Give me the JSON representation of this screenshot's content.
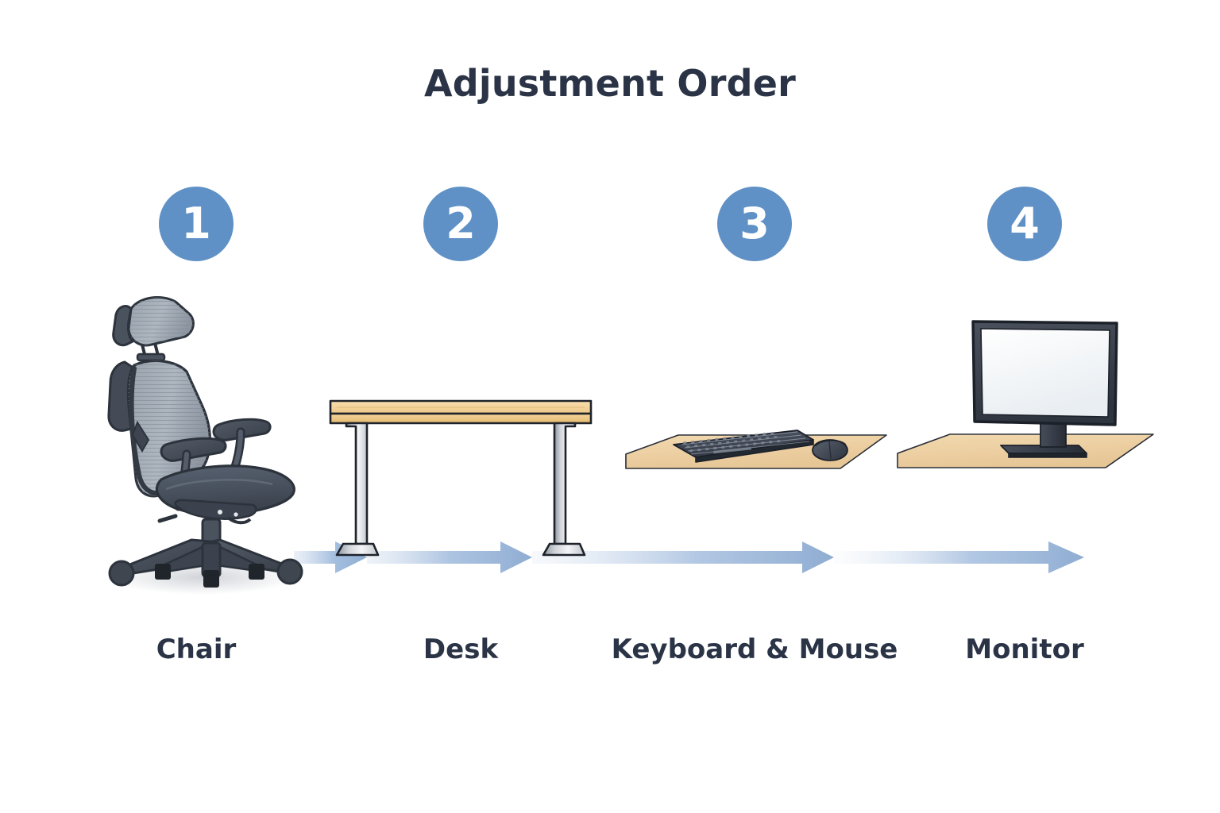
{
  "page": {
    "title": "Adjustment Order",
    "background_color": "#ffffff",
    "text_color": "#2b3446",
    "accent_color": "#5f91c6",
    "wood_color": "#f5d59b",
    "mat_color": "#efcfa0",
    "equipment_color": "#454c58"
  },
  "steps": [
    {
      "number": "1",
      "label": "Chair",
      "icon": "office-chair-icon"
    },
    {
      "number": "2",
      "label": "Desk",
      "icon": "desk-icon"
    },
    {
      "number": "3",
      "label": "Keyboard & Mouse",
      "icon": "keyboard-mouse-icon"
    },
    {
      "number": "4",
      "label": "Monitor",
      "icon": "monitor-icon"
    }
  ],
  "flow": {
    "direction": "left-to-right",
    "segments": 4,
    "arrow_color": "#8fadd2"
  }
}
